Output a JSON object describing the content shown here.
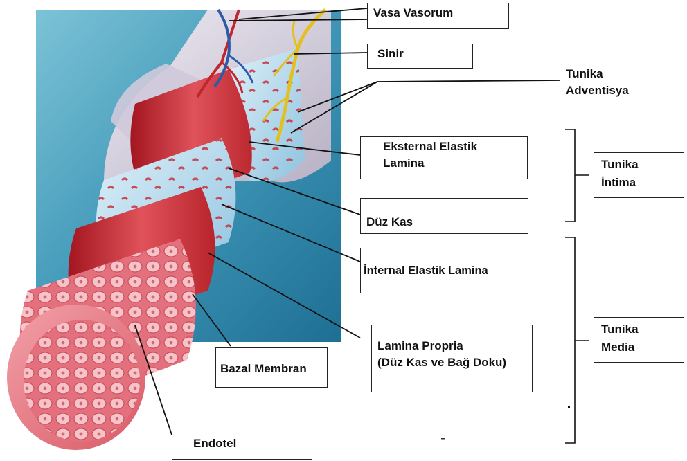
{
  "labels": {
    "vasa_vasorum": "Vasa Vasorum",
    "sinir": "Sinir",
    "tunika_adventisya": [
      "Tunika",
      "Adventisya"
    ],
    "eksternal_elastik_lamina": [
      "Eksternal Elastik",
      "Lamina"
    ],
    "duz_kas": "Düz Kas",
    "internal_elastik_lamina": "İnternal Elastik Lamina",
    "lamina_propria": [
      "Lamina Propria",
      "(Düz Kas ve Bağ Doku)"
    ],
    "bazal_membran": "Bazal Membran",
    "endotel": "Endotel"
  },
  "groups": {
    "tunika_intima": [
      "Tunika",
      "İntima"
    ],
    "tunika_media": [
      "Tunika",
      "Media"
    ]
  },
  "colors": {
    "background_panel": "#4fa3c2",
    "adventitia": "#ddd9e4",
    "media_muscle": "#c8323a",
    "elastic_lamina": "#b9dcef",
    "endothelium": "#e47a86",
    "nerve": "#e3c01f",
    "vessel_artery": "#c0262e",
    "vessel_vein": "#2f5aa8"
  }
}
